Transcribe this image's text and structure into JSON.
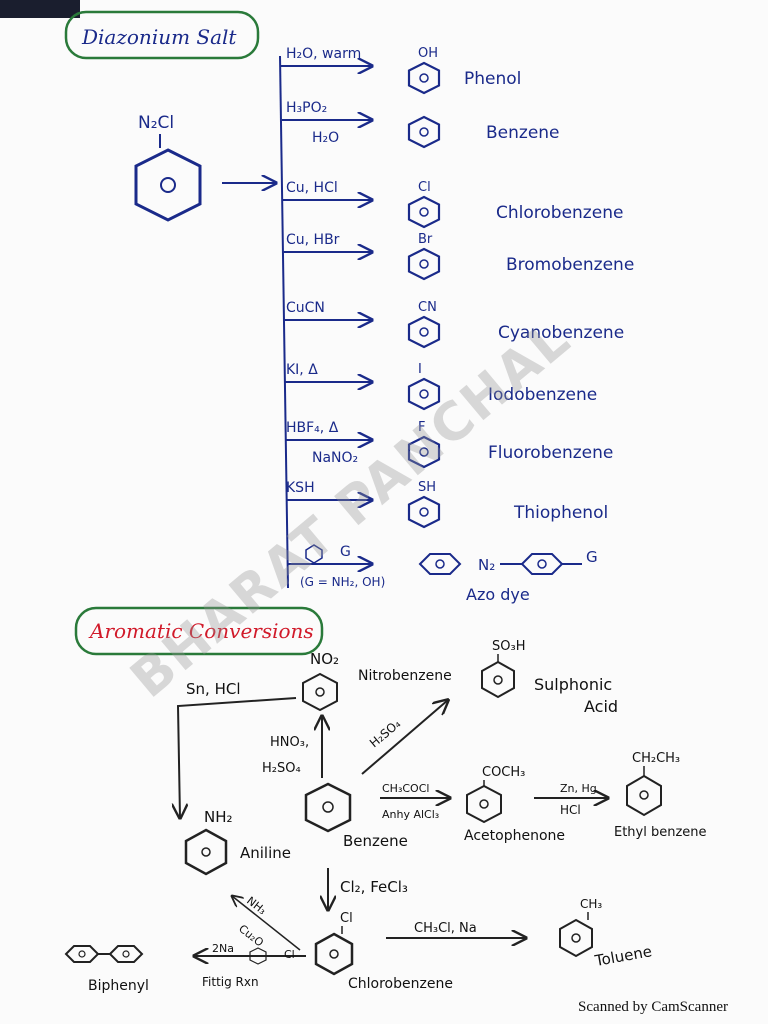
{
  "diazonium": {
    "title": "Diazonium Salt",
    "reactant": "N₂Cl",
    "reactions": [
      {
        "reagent": "H₂O, warm",
        "sub": "OH",
        "product": "Phenol"
      },
      {
        "reagent": "H₃PO₂",
        "reagent2": "H₂O",
        "sub": "",
        "product": "Benzene"
      },
      {
        "reagent": "Cu, HCl",
        "sub": "Cl",
        "product": "Chlorobenzene"
      },
      {
        "reagent": "Cu, HBr",
        "sub": "Br",
        "product": "Bromobenzene"
      },
      {
        "reagent": "CuCN",
        "sub": "CN",
        "product": "Cyanobenzene"
      },
      {
        "reagent": "KI, Δ",
        "sub": "I",
        "product": "Iodobenzene"
      },
      {
        "reagent": "HBF₄, Δ",
        "reagent2": "NaNO₂",
        "sub": "F",
        "product": "Fluorobenzene"
      },
      {
        "reagent": "KSH",
        "sub": "SH",
        "product": "Thiophenol"
      },
      {
        "reagent": "G",
        "reagent2": "(G = NH₂, OH)",
        "sub": "",
        "product": "Azo dye",
        "azo_n": "N₂",
        "azo_g": "G"
      }
    ]
  },
  "aromatic": {
    "title": "Aromatic Conversions",
    "nitro": {
      "sub": "NO₂",
      "name": "Nitrobenzene"
    },
    "sulphonic": {
      "sub": "SO₃H",
      "name1": "Sulphonic",
      "name2": "Acid"
    },
    "benzene": {
      "name": "Benzene"
    },
    "aniline": {
      "sub": "NH₂",
      "name": "Aniline"
    },
    "acetophenone": {
      "sub": "COCH₃",
      "name": "Acetophenone"
    },
    "ethylbenzene": {
      "sub": "CH₂CH₃",
      "name": "Ethyl benzene"
    },
    "chlorobenzene": {
      "sub": "Cl",
      "name": "Chlorobenzene"
    },
    "toluene": {
      "sub": "CH₃",
      "name": "Toluene"
    },
    "biphenyl": {
      "name": "Biphenyl"
    },
    "reagents": {
      "nitration1": "HNO₃,",
      "nitration2": "H₂SO₄",
      "sulphonation": "H₂SO₄",
      "reduction": "Sn, HCl",
      "acylation1": "CH₃COCl",
      "acylation2": "Anhy AlCl₃",
      "clemmensen1": "Zn, Hg",
      "clemmensen2": "HCl",
      "chlorination": "Cl₂, FeCl₃",
      "wurtz": "CH₃Cl, Na",
      "fittig1": "NH₃",
      "fittig2": "Cu₂O",
      "fittig3": "2Na",
      "fittig4": "Cl",
      "fittig_name": "Fittig Rxn"
    }
  },
  "watermark": "BHARAT PANCHAL",
  "footer": "Scanned by CamScanner",
  "colors": {
    "ink": "#1a2a8a",
    "title_red": "#d11a2a",
    "box_green": "#2a7a3a"
  }
}
